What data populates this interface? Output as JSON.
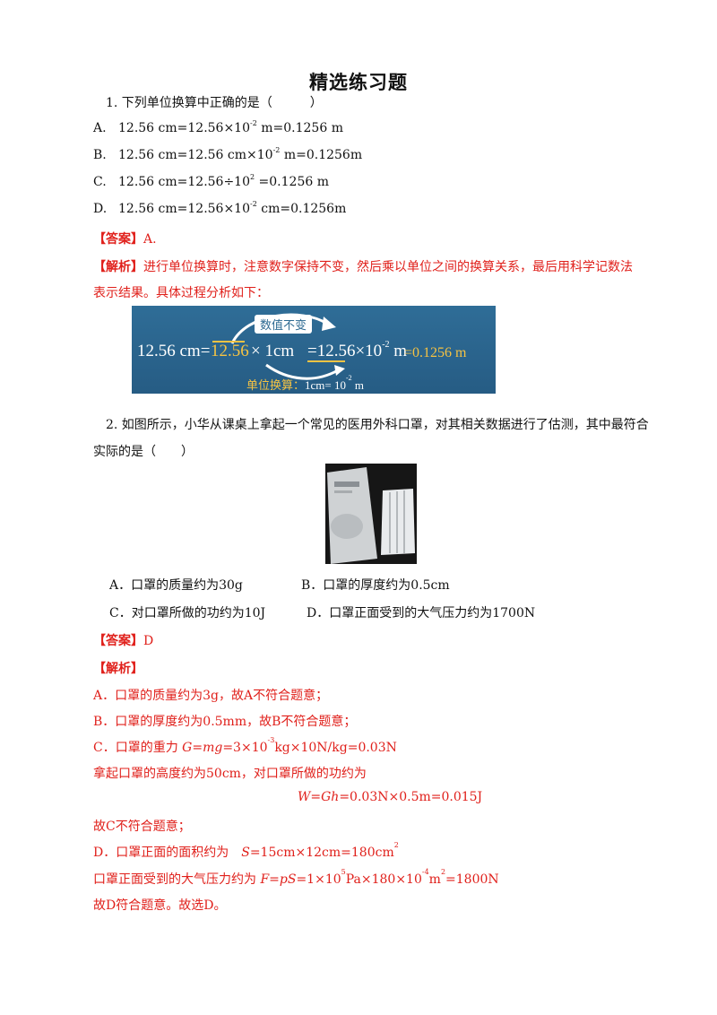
{
  "title": "精选练习题",
  "q1": {
    "stem": "1. 下列单位换算中正确的是（　　　）",
    "options": [
      {
        "letter": "A.",
        "pre": "12.56 cm=12.56×10",
        "exp": "-2",
        "post": " m=0.1256 m"
      },
      {
        "letter": "B.",
        "pre": "12.56 cm=12.56 cm×10",
        "exp": "-2",
        "post": " m=0.1256m"
      },
      {
        "letter": "C.",
        "pre": "12.56 cm=12.56÷10",
        "exp": "2",
        "post": " =0.1256 m"
      },
      {
        "letter": "D.",
        "pre": "12.56 cm=12.56×10",
        "exp": "-2",
        "post": " cm=0.1256m"
      }
    ],
    "answer_label": "【答案】",
    "answer_value": "A.",
    "analysis_label": "【解析】",
    "analysis_line1": "进行单位换算时，注意数字保持不变，然后乘以单位之间的换算关系，最后用科学记数法",
    "analysis_line2": "表示结果。具体过程分析如下："
  },
  "diagram": {
    "top_badge": "数值不变",
    "part1": "12.56 cm=",
    "part2": "12.56",
    "part3": "× 1cm",
    "part4": "=12.56×10",
    "part4_exp": "-2",
    "part5": " m",
    "part6": "=0.1256 m",
    "bottom_label": "单位换算：",
    "bottom_value": "1cm= 10",
    "bottom_exp": "-2",
    "bottom_unit": " m",
    "colors": {
      "background": "#2a6590",
      "highlight": "#f6c343",
      "arrow": "#ffffff"
    }
  },
  "q2": {
    "stem_line1": "2. 如图所示，小华从课桌上拿起一个常见的医用外科口罩，对其相关数据进行了估测，其中最符合",
    "stem_line2": "实际的是（　　）",
    "options": {
      "A": "A．口罩的质量约为30g",
      "B": "B．口罩的厚度约为0.5cm",
      "C": "C．对口罩所做的功约为10J",
      "D": "D．口罩正面受到的大气压力约为1700N"
    },
    "answer_label": "【答案】",
    "answer_value": "D",
    "analysis_label": "【解析】",
    "a": "A．口罩的质量约为3g，故A不符合题意；",
    "b": "B．口罩的厚度约为0.5mm，故B不符合题意；",
    "c_pre": "C．口罩的重力 ",
    "c_formula": "G=mg",
    "c_post": "=3×10",
    "c_exp": "-3",
    "c_tail": "kg×10N/kg=0.03N",
    "c2": "拿起口罩的高度约为50cm，对口罩所做的功约为",
    "c3_formula": "W=Gh",
    "c3_tail": "=0.03N×0.5m=0.015J",
    "c4": "故C不符合题意；",
    "d_pre": "D．口罩正面的面积约为　",
    "d_formula": "S",
    "d_tail": "=15cm×12cm=180cm",
    "d_exp": "2",
    "d2_pre": "口罩正面受到的大气压力约为 ",
    "d2_formula": "F=pS",
    "d2_a": "=1×10",
    "d2_exp1": "5",
    "d2_b": "Pa×180×10",
    "d2_exp2": "-4",
    "d2_c": "m",
    "d2_exp3": "2",
    "d2_d": "=1800N",
    "d3": "故D符合题意。故选D。"
  }
}
